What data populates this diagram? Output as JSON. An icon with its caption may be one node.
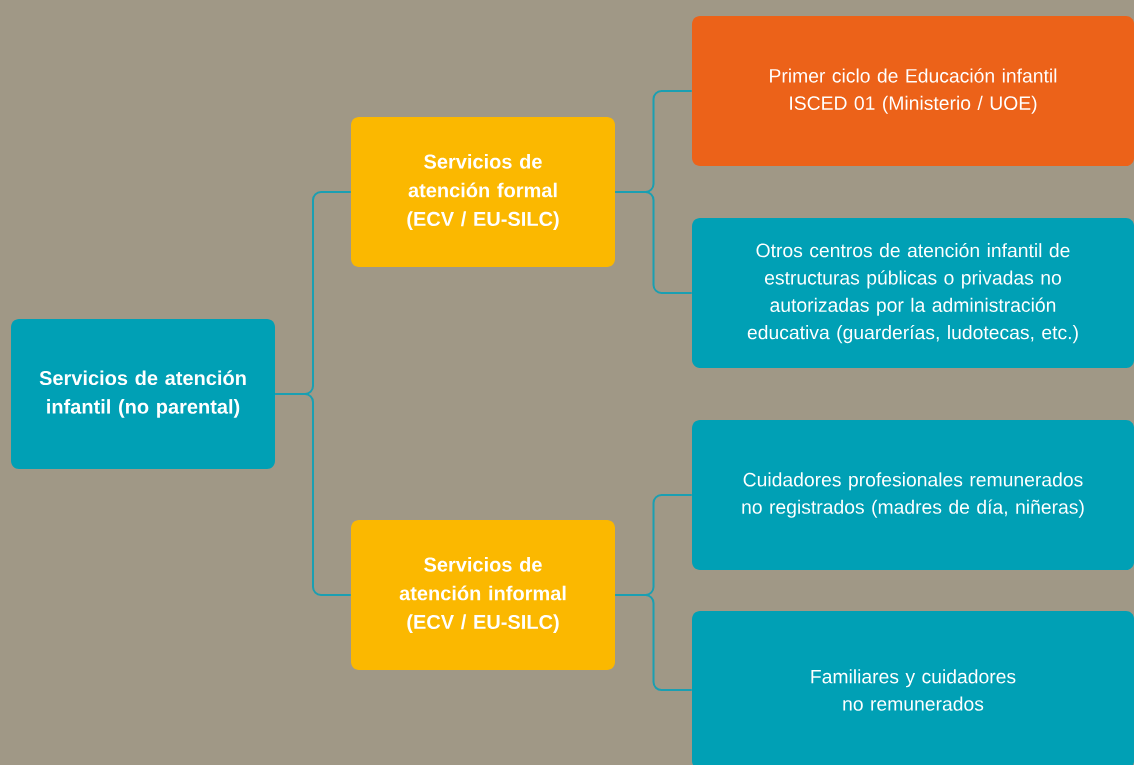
{
  "diagram": {
    "nodes": [
      {
        "text": [
          "Servicios de atención infantil (no parental)"
        ]
      },
      {
        "text": [
          "Servicios de atención formal (ECV / EU-SILC)"
        ]
      },
      {
        "text": [
          "Servicios de atención informal (ECV / EU-SILC)"
        ]
      },
      {
        "text": [
          "Primer ciclo de Educación infantil ISCED 01 (Ministerio / UOE)"
        ]
      },
      {
        "text": [
          "Otros centros de atención infantil de estructuras públicas o privadas no autorizadas por la administración educativa (guarderías, ludotecas, etc.)"
        ]
      },
      {
        "text": [
          "Cuidadores profesionales remunerados no registrados (madres de día, niñeras)"
        ]
      },
      {
        "text": [
          "Familiares y cuidadores no remunerados"
        ]
      }
    ],
    "edges": [
      {
        "from": 0,
        "to": 1,
        "arrow": "none"
      },
      {
        "from": 0,
        "to": 2,
        "arrow": "none"
      },
      {
        "from": 1,
        "to": 3,
        "arrow": "none"
      },
      {
        "from": 1,
        "to": 4,
        "arrow": "none"
      },
      {
        "from": 2,
        "to": 5,
        "arrow": "none"
      },
      {
        "from": 2,
        "to": 6,
        "arrow": "none"
      }
    ]
  }
}
